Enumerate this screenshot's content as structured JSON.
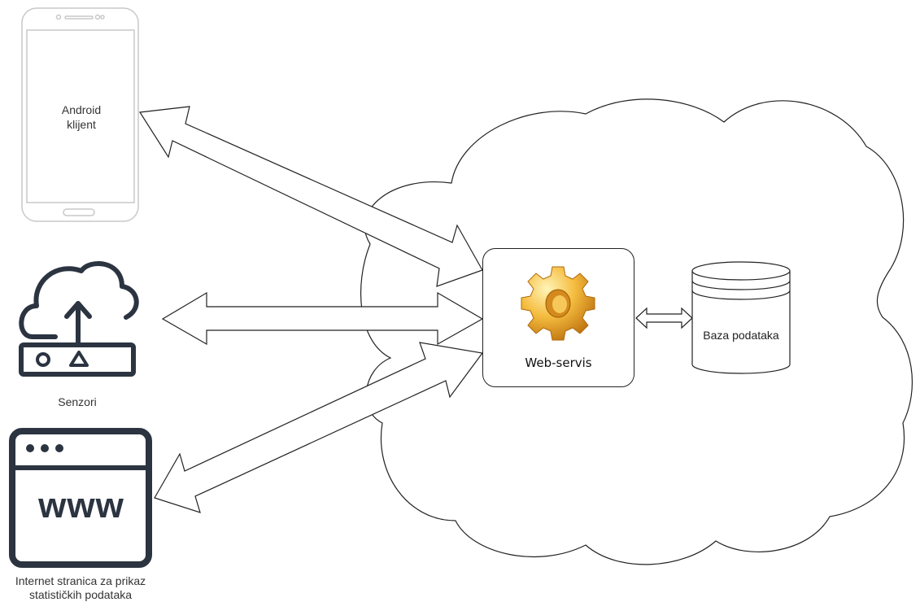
{
  "nodes": {
    "android": {
      "label_line1": "Android",
      "label_line2": "klijent"
    },
    "sensors": {
      "label": "Senzori"
    },
    "website": {
      "icon_text": "www",
      "label_line1": "Internet stranica za prikaz",
      "label_line2": "statističkih podataka"
    },
    "webservice": {
      "label": "Web-servis",
      "icon": "gear-icon"
    },
    "database": {
      "label": "Baza podataka",
      "icon": "database-cylinder-icon"
    }
  },
  "cloud": {
    "icon": "cloud-shape"
  },
  "edges": [
    {
      "from": "android",
      "to": "webservice",
      "direction": "bidirectional"
    },
    {
      "from": "sensors",
      "to": "webservice",
      "direction": "bidirectional"
    },
    {
      "from": "website",
      "to": "webservice",
      "direction": "bidirectional"
    },
    {
      "from": "webservice",
      "to": "database",
      "direction": "bidirectional"
    }
  ],
  "colors": {
    "line": "#222222",
    "icon_dark": "#2b3440",
    "gear": "#f2b53a",
    "gear_dark": "#c07a12"
  }
}
